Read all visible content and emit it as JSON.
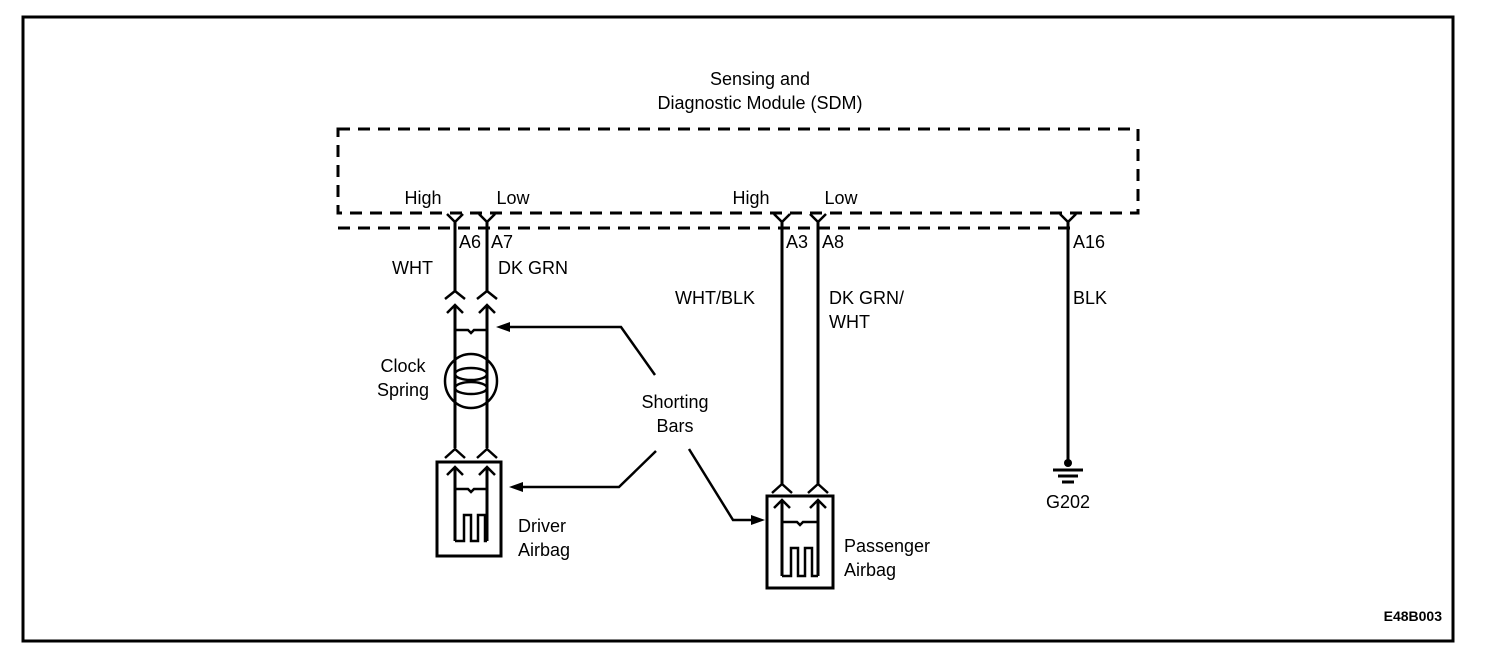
{
  "module": {
    "title_line1": "Sensing and",
    "title_line2": "Diagnostic Module (SDM)",
    "driver_high_label": "High",
    "driver_low_label": "Low",
    "passenger_high_label": "High",
    "passenger_low_label": "Low"
  },
  "driver_circuit": {
    "pin_high": "A6",
    "pin_low": "A7",
    "wire_high_color": "WHT",
    "wire_low_color": "DK GRN",
    "clock_spring_line1": "Clock",
    "clock_spring_line2": "Spring",
    "airbag_line1": "Driver",
    "airbag_line2": "Airbag"
  },
  "passenger_circuit": {
    "pin_high": "A3",
    "pin_low": "A8",
    "wire_high_color": "WHT/BLK",
    "wire_low_color_line1": "DK GRN/",
    "wire_low_color_line2": "WHT",
    "airbag_line1": "Passenger",
    "airbag_line2": "Airbag"
  },
  "ground_circuit": {
    "pin": "A16",
    "wire_color": "BLK",
    "ground_id": "G202"
  },
  "callout": {
    "line1": "Shorting",
    "line2": "Bars"
  },
  "figure_id": "E48B003"
}
